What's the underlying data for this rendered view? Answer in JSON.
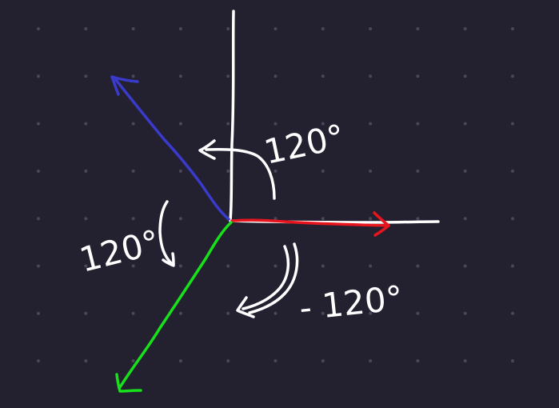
{
  "colors": {
    "background": "#232030",
    "grid_dot": "#4a4858",
    "axes": "#ffffff",
    "arrow_x": "#e8151f",
    "arrow_120": "#3a3acb",
    "arrow_minus_120": "#18e01a",
    "annotation": "#ffffff"
  },
  "labels": {
    "top_angle": "120°",
    "left_angle": "120°",
    "bottom_angle": "- 120°"
  }
}
